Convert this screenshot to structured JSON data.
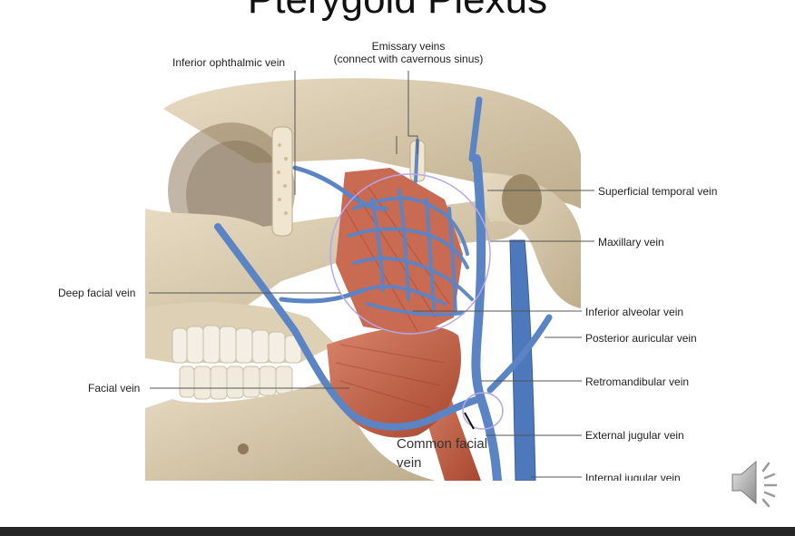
{
  "slide": {
    "title": "Pterygoid Plexus"
  },
  "labels": {
    "inferior_ophthalmic_vein": "Inferior ophthalmic vein",
    "emissary_veins_line1": "Emissary veins",
    "emissary_veins_line2": "(connect with cavernous sinus)",
    "superficial_temporal_vein": "Superficial temporal vein",
    "maxillary_vein": "Maxillary vein",
    "deep_facial_vein": "Deep facial vein",
    "inferior_alveolar_vein": "Inferior alveolar vein",
    "posterior_auricular_vein": "Posterior auricular vein",
    "facial_vein": "Facial vein",
    "retromandibular_vein": "Retromandibular vein",
    "external_jugular_vein": "External jugular vein",
    "internal_jugular_vein": "Internal jugular vein"
  },
  "annotation": {
    "line1": "Common facial",
    "line2": "vein"
  },
  "colors": {
    "vein_blue": "#5b84c4",
    "vein_dark": "#3d5f96",
    "bone": "#d9ccb3",
    "bone_shadow": "#b9aa8c",
    "muscle": "#c8664f",
    "muscle_dark": "#a8472f",
    "annotation_ring": "#b7a6e8",
    "footer": "#262626"
  },
  "icons": {
    "speaker": "speaker-icon"
  }
}
